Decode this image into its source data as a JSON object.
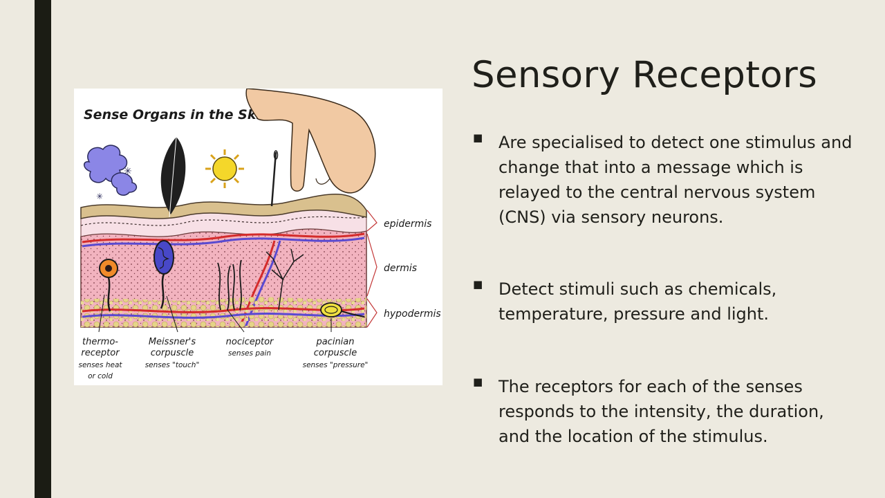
{
  "slide": {
    "title": "Sensory Receptors",
    "bullets": [
      "Are specialised to detect one stimulus and change that into a message which is relayed to the central nervous system (CNS) via sensory neurons.",
      "Detect stimuli such as chemicals, temperature, pressure and light.",
      "The receptors for each of the senses responds to the intensity, the duration, and the location of the stimulus."
    ]
  },
  "figure": {
    "title": "Sense Organs in the Skin",
    "layers": {
      "epidermis": "epidermis",
      "dermis": "dermis",
      "hypodermis": "hypodermis"
    },
    "receptors": {
      "thermo": {
        "line1": "thermo-",
        "line2": "receptor",
        "line3": "senses heat",
        "line4": "or cold"
      },
      "meissner": {
        "line1": "Meissner's",
        "line2": "corpuscle",
        "line3": "senses \"touch\""
      },
      "nociceptor": {
        "line1": "nociceptor",
        "line2": "senses pain"
      },
      "pacinian": {
        "line1": "pacinian",
        "line2": "corpuscle",
        "line3": "senses \"pressure\""
      }
    }
  }
}
